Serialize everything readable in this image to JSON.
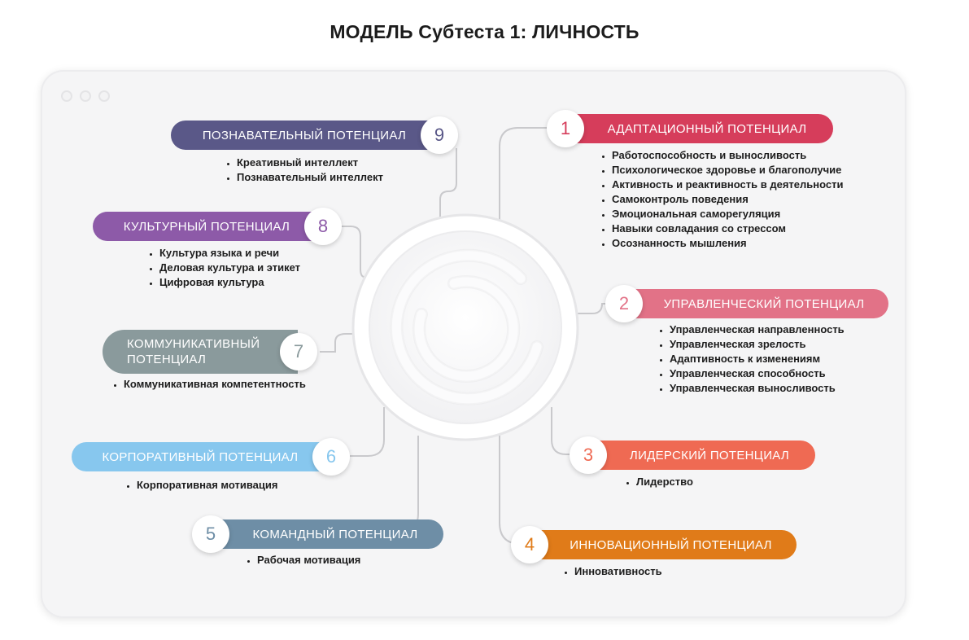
{
  "title": "МОДЕЛЬ Субтеста 1: ЛИЧНОСТЬ",
  "colors": {
    "p1": "#d63d5b",
    "p2": "#e27287",
    "p3": "#ef6a53",
    "p4": "#e07b19",
    "p5": "#6e8ea6",
    "p6": "#87c7ee",
    "p7": "#8a9a9c",
    "p8": "#8d5aa8",
    "p9": "#5a5888"
  },
  "potentials": [
    {
      "number": "1",
      "label": "АДАПТАЦИОННЫЙ ПОТЕНЦИАЛ",
      "items": [
        "Работоспособность и выносливость",
        "Психологическое здоровье и благополучие",
        "Активность и реактивность в деятельности",
        "Самоконтроль поведения",
        "Эмоциональная саморегуляция",
        "Навыки совладания со стрессом",
        "Осознанность мышления"
      ]
    },
    {
      "number": "2",
      "label": "УПРАВЛЕНЧЕСКИЙ ПОТЕНЦИАЛ",
      "items": [
        "Управленческая направленность",
        "Управленческая зрелость",
        "Адаптивность к изменениям",
        "Управленческая способность",
        "Управленческая выносливость"
      ]
    },
    {
      "number": "3",
      "label": "ЛИДЕРСКИЙ ПОТЕНЦИАЛ",
      "items": [
        "Лидерство"
      ]
    },
    {
      "number": "4",
      "label": "ИННОВАЦИОННЫЙ ПОТЕНЦИАЛ",
      "items": [
        "Инновативность"
      ]
    },
    {
      "number": "5",
      "label": "КОМАНДНЫЙ ПОТЕНЦИАЛ",
      "items": [
        "Рабочая мотивация"
      ]
    },
    {
      "number": "6",
      "label": "КОРПОРАТИВНЫЙ ПОТЕНЦИАЛ",
      "items": [
        "Корпоративная мотивация"
      ]
    },
    {
      "number": "7",
      "label": "КОММУНИКАТИВНЫЙ ПОТЕНЦИАЛ",
      "label_line1": "КОММУНИКАТИВНЫЙ",
      "label_line2": "ПОТЕНЦИАЛ",
      "items": [
        "Коммуникативная компетентность"
      ]
    },
    {
      "number": "8",
      "label": "КУЛЬТУРНЫЙ ПОТЕНЦИАЛ",
      "items": [
        "Культура языка и речи",
        "Деловая культура и этикет",
        "Цифровая культура"
      ]
    },
    {
      "number": "9",
      "label": "ПОЗНАВАТЕЛЬНЫЙ ПОТЕНЦИАЛ",
      "items": [
        "Креативный интеллект",
        "Познавательный интеллект"
      ]
    }
  ]
}
